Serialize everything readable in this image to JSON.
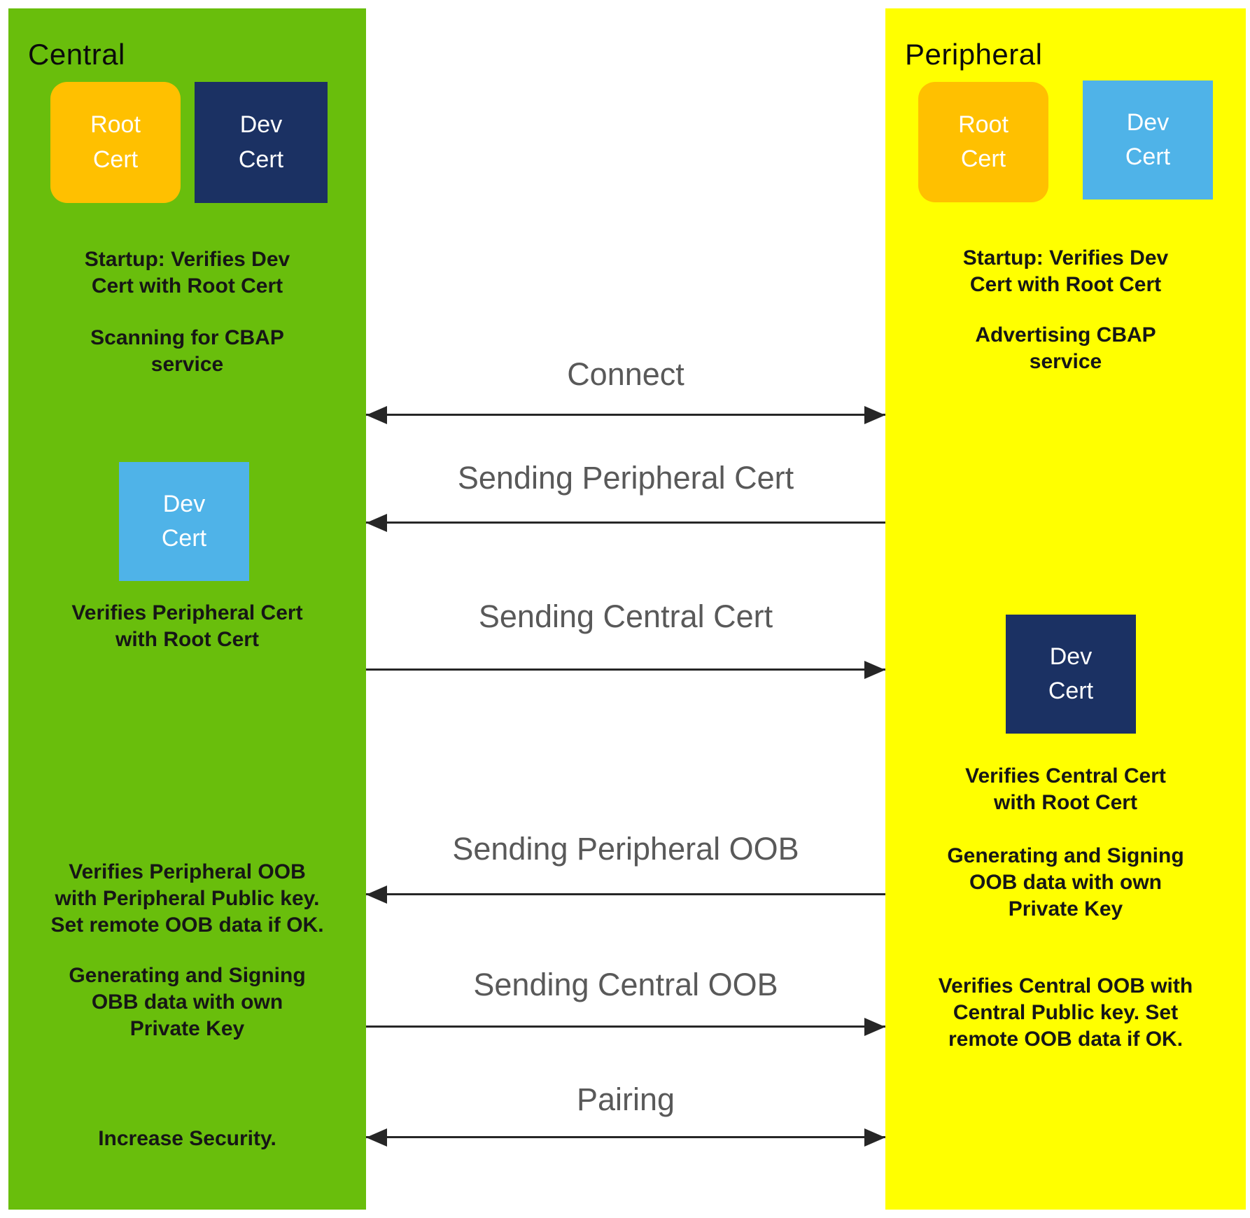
{
  "colors": {
    "central_panel": "#69BE0C",
    "peripheral_panel": "#FFFF00",
    "root_cert_box": "#FFC000",
    "dev_cert_navy_box": "#1B3163",
    "dev_cert_blue_box": "#4FB3E8",
    "message_label": "#595959",
    "arrow": "#262626"
  },
  "central": {
    "title": "Central",
    "boxes": {
      "root_cert": "Root\nCert",
      "dev_cert_navy": "Dev\nCert",
      "dev_cert_blue": "Dev\nCert"
    },
    "notes": {
      "startup": "Startup: Verifies Dev\nCert with Root Cert",
      "scanning": "Scanning for CBAP\nservice",
      "verifies_peripheral_cert": "Verifies Peripheral Cert\nwith Root Cert",
      "verifies_peripheral_oob": "Verifies Peripheral OOB\nwith Peripheral Public key.\nSet remote OOB data if OK.",
      "generating": "Generating and Signing\nOBB data with own\nPrivate Key",
      "increase_security": "Increase Security."
    }
  },
  "peripheral": {
    "title": "Peripheral",
    "boxes": {
      "root_cert": "Root\nCert",
      "dev_cert_blue": "Dev\nCert",
      "dev_cert_navy": "Dev\nCert"
    },
    "notes": {
      "startup": "Startup: Verifies Dev\nCert with Root Cert",
      "advertising": "Advertising CBAP\nservice",
      "verifies_central_cert": "Verifies Central Cert\nwith Root Cert",
      "generating": "Generating and Signing\nOOB data with own\nPrivate Key",
      "verifies_central_oob": "Verifies Central OOB with\nCentral Public key. Set\nremote OOB data if OK."
    }
  },
  "messages": [
    {
      "label": "Connect",
      "direction": "both"
    },
    {
      "label": "Sending Peripheral Cert",
      "direction": "to-central"
    },
    {
      "label": "Sending Central Cert",
      "direction": "to-peripheral"
    },
    {
      "label": "Sending Peripheral OOB",
      "direction": "to-central"
    },
    {
      "label": "Sending Central OOB",
      "direction": "to-peripheral"
    },
    {
      "label": "Pairing",
      "direction": "both"
    }
  ]
}
